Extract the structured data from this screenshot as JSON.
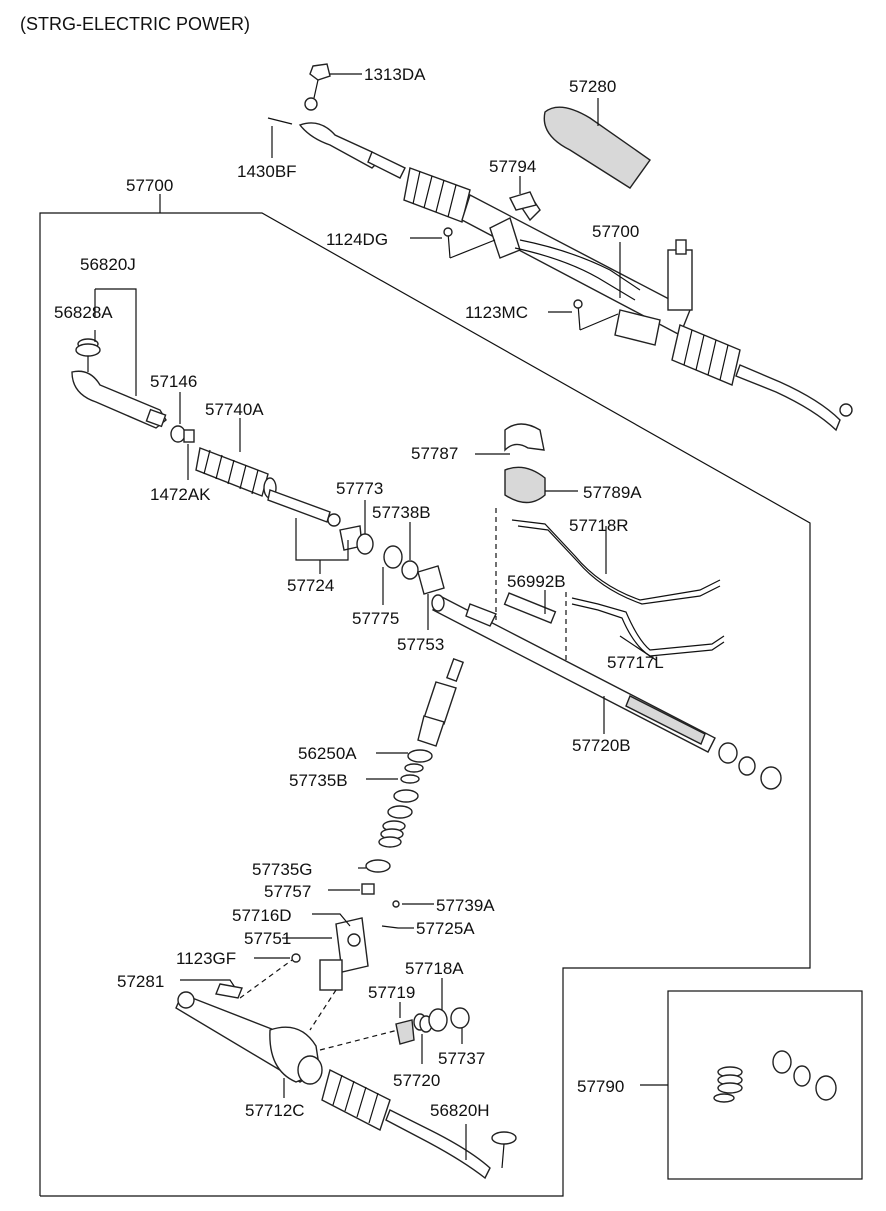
{
  "title": "(STRG-ELECTRIC POWER)",
  "labels": {
    "p1313DA": "1313DA",
    "p57280": "57280",
    "p1430BF": "1430BF",
    "p57794": "57794",
    "p57700_top": "57700",
    "p57700_box": "57700",
    "p1124DG": "1124DG",
    "p1123MC": "1123MC",
    "p56820J": "56820J",
    "p56828A": "56828A",
    "p57146": "57146",
    "p57740A": "57740A",
    "p1472AK": "1472AK",
    "p57787": "57787",
    "p57789A": "57789A",
    "p57773": "57773",
    "p57738B": "57738B",
    "p57718R": "57718R",
    "p57724": "57724",
    "p56992B": "56992B",
    "p57775": "57775",
    "p57753": "57753",
    "p57717L": "57717L",
    "p57720B": "57720B",
    "p56250A": "56250A",
    "p57735B": "57735B",
    "p57735G": "57735G",
    "p57757": "57757",
    "p57739A": "57739A",
    "p57716D": "57716D",
    "p57725A": "57725A",
    "p57751": "57751",
    "p1123GF": "1123GF",
    "p57718A": "57718A",
    "p57281": "57281",
    "p57719": "57719",
    "p57737": "57737",
    "p57720": "57720",
    "p57790": "57790",
    "p57712C": "57712C",
    "p56820H": "56820H"
  }
}
